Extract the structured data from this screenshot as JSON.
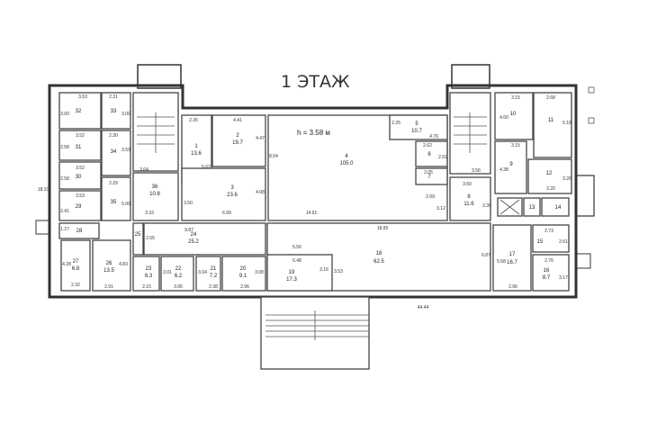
{
  "title": "1 ЭТАЖ",
  "ceiling_height": "h = 3.58 м",
  "overall_length": "44.44",
  "overall_width": "18.10",
  "rooms": [
    {
      "num": "1",
      "area": "13.6"
    },
    {
      "num": "2",
      "area": "19.7"
    },
    {
      "num": "3",
      "area": "23.6"
    },
    {
      "num": "4",
      "area": "105.0"
    },
    {
      "num": "5",
      "area": "10.7"
    },
    {
      "num": "6",
      "area": ""
    },
    {
      "num": "7",
      "area": ""
    },
    {
      "num": "8",
      "area": "11.6"
    },
    {
      "num": "9",
      "area": ""
    },
    {
      "num": "10",
      "area": ""
    },
    {
      "num": "11",
      "area": ""
    },
    {
      "num": "12",
      "area": ""
    },
    {
      "num": "13",
      "area": ""
    },
    {
      "num": "14",
      "area": ""
    },
    {
      "num": "15",
      "area": ""
    },
    {
      "num": "16",
      "area": "8.7"
    },
    {
      "num": "17",
      "area": "16.7"
    },
    {
      "num": "18",
      "area": "62.5"
    },
    {
      "num": "19",
      "area": "17.3"
    },
    {
      "num": "20",
      "area": "9.1"
    },
    {
      "num": "21",
      "area": "7.2"
    },
    {
      "num": "22",
      "area": "6.2"
    },
    {
      "num": "23",
      "area": "6.3"
    },
    {
      "num": "24",
      "area": "25.2"
    },
    {
      "num": "25",
      "area": ""
    },
    {
      "num": "26",
      "area": "13.5"
    },
    {
      "num": "27",
      "area": "6.8"
    },
    {
      "num": "28",
      "area": ""
    },
    {
      "num": "29",
      "area": ""
    },
    {
      "num": "30",
      "area": ""
    },
    {
      "num": "31",
      "area": ""
    },
    {
      "num": "32",
      "area": ""
    },
    {
      "num": "33",
      "area": ""
    },
    {
      "num": "34",
      "area": ""
    },
    {
      "num": "35",
      "area": ""
    },
    {
      "num": "36",
      "area": "10.8"
    }
  ],
  "dims": [
    "3.53",
    "2.31",
    "3.00",
    "3.00",
    "3.52",
    "2.30",
    "2.58",
    "3.59",
    "3.52",
    "2.58",
    "3.53",
    "2.41",
    "2.29",
    "5.09",
    "3.64",
    "3.33",
    "2.35",
    "4.41",
    "4.47",
    "5.62",
    "6.99",
    "4.08",
    "3.50",
    "8.54",
    "14.91",
    "2.25",
    "4.76",
    "2.62",
    "2.01",
    "2.05",
    "2.09",
    "3.12",
    "3.56",
    "3.50",
    "3.30",
    "3.15",
    "2.68",
    "4.00",
    "5.18",
    "3.15",
    "4.38",
    "3.26",
    "3.20",
    "2.73",
    "2.51",
    "2.76",
    "3.17",
    "5.58",
    "2.96",
    "6.87",
    "18.95",
    "1.27",
    "4.28",
    "4.83",
    "2.32",
    "2.91",
    "2.15",
    "3.06",
    "2.38",
    "2.96",
    "3.01",
    "3.04",
    "3.08",
    "9.87",
    "2.55",
    "5.56",
    "6.48",
    "3.16",
    "3.53"
  ]
}
